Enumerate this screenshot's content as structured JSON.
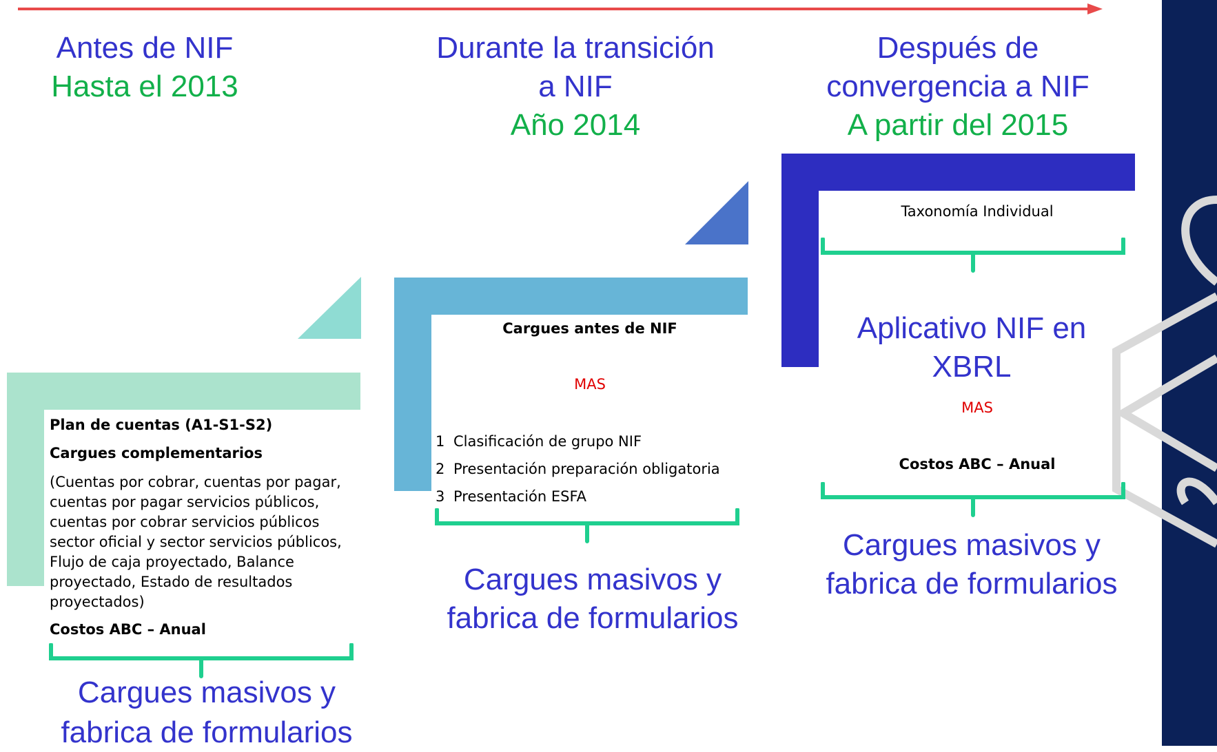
{
  "colors": {
    "timeline_arrow": "#e84a4a",
    "heading_blue": "#3333cc",
    "heading_green": "#12b04a",
    "stage1": "#abe3cd",
    "stage1_corner": "#8fdcd3",
    "stage2": "#67b5d7",
    "stage2_corner": "#4a73c9",
    "stage3": "#2d2dc0",
    "brace": "#1fcf8f",
    "sidebar": "#0b2158",
    "mas_red": "#e00000"
  },
  "stages": [
    {
      "heading_line1": "Antes de NIF",
      "heading_line2": "Hasta el 2013",
      "plan_title": "Plan de cuentas (A1-S1-S2)",
      "complementary_title": "Cargues complementarios",
      "complementary_detail": "(Cuentas por cobrar, cuentas por pagar, cuentas por pagar servicios públicos, cuentas por cobrar servicios públicos sector oficial y sector servicios públicos, Flujo de caja proyectado, Balance proyectado, Estado de resultados proyectados)",
      "costs": "Costos ABC – Anual",
      "result_line1": "Cargues masivos y",
      "result_line2": "fabrica de formularios"
    },
    {
      "heading_line1": "Durante la transición",
      "heading_line2": "a NIF",
      "heading_line3": "Año 2014",
      "base_title": "Cargues antes de NIF",
      "plus": "MAS",
      "items": [
        {
          "num": "1",
          "text": "Clasificación de grupo NIF"
        },
        {
          "num": "2",
          "text": "Presentación preparación obligatoria"
        },
        {
          "num": "3",
          "text": "Presentación ESFA"
        }
      ],
      "result_line1": "Cargues masivos y",
      "result_line2": "fabrica de formularios"
    },
    {
      "heading_line1": "Después de",
      "heading_line2": "convergencia a NIF",
      "heading_line3": "A partir del 2015",
      "taxonomy": "Taxonomía Individual",
      "app_line1": "Aplicativo NIF en",
      "app_line2": "XBRL",
      "plus": "MAS",
      "costs": "Costos ABC – Anual",
      "result_line1": "Cargues masivos y",
      "result_line2": "fabrica de formularios"
    }
  ]
}
